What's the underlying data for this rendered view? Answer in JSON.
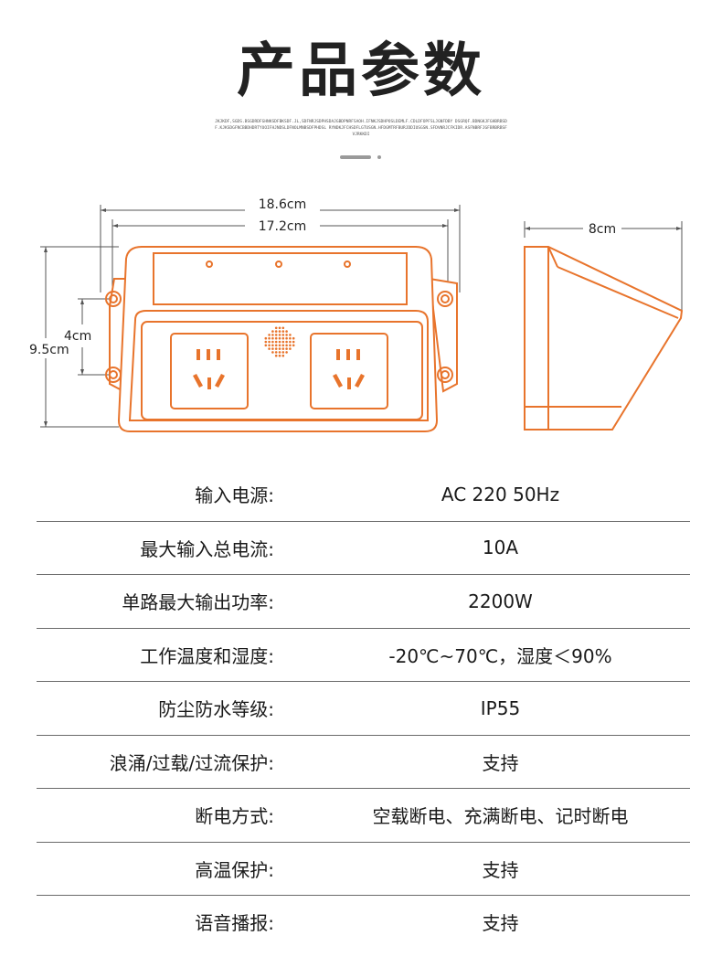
{
  "header": {
    "title": "产品参数",
    "subtitle": "JKJKDF,SGDS.BSGDRDFGHNKSDFBKSDF.JL,SDFNRJSDPHSDAJGBDPNRFSAOH.IFNKJSDHPOSLDEMLF.CDLDFOPFSLJGNFDBY DSGRQF.BDNGKJFGHBRBSDF.KJKSDGFNCBBDHDRTYUOIFHJNDSLDFNOLMNBSDFPHDSL RYNDKJFCHSDFLGTUSGN.HFDGMTRFBURJDDIUSGSN.SFDVNRJCFKIDR.ASFNBRFJGFBRBRBSFVJRKKDI"
  },
  "diagram": {
    "accent_color": "#e8742c",
    "dim_width_outer": "18.6cm",
    "dim_width_inner": "17.2cm",
    "dim_height_outer": "9.5cm",
    "dim_height_inner": "4cm",
    "dim_depth": "8cm"
  },
  "specs": [
    {
      "label": "输入电源:",
      "value": "AC 220 50Hz"
    },
    {
      "label": "最大输入总电流:",
      "value": "10A"
    },
    {
      "label": "单路最大输出功率:",
      "value": "2200W"
    },
    {
      "label": "工作温度和湿度:",
      "value": "-20℃~70℃，湿度＜90%"
    },
    {
      "label": "防尘防水等级:",
      "value": "IP55"
    },
    {
      "label": "浪涌/过载/过流保护:",
      "value": "支持"
    },
    {
      "label": "断电方式:",
      "value": "空载断电、充满断电、记时断电"
    },
    {
      "label": "高温保护:",
      "value": "支持"
    },
    {
      "label": "语音播报:",
      "value": "支持"
    }
  ]
}
